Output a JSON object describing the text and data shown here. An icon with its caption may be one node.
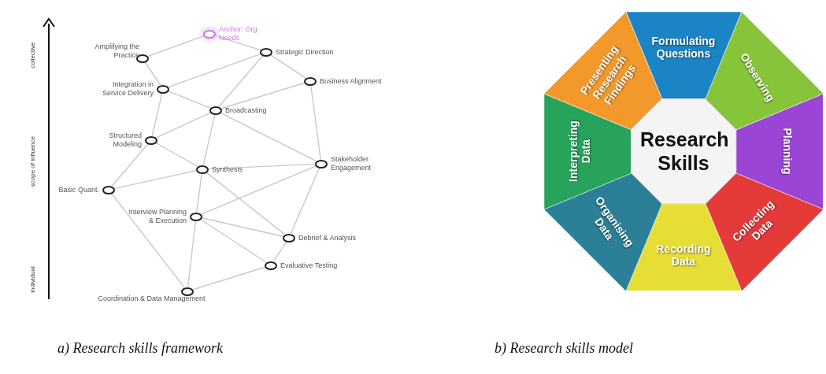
{
  "diagram": {
    "nodes": [
      {
        "text": [],
        "shape": "circle",
        "beside": [
          "Anchor: Org Needs"
        ]
      },
      {
        "text": [],
        "shape": "circle",
        "beside": [
          "Amplifying the Practice"
        ]
      },
      {
        "text": [],
        "shape": "circle",
        "beside": [
          "Strategic Direction"
        ]
      },
      {
        "text": [],
        "shape": "circle",
        "beside": [
          "Integration in Service Delivery"
        ]
      },
      {
        "text": [],
        "shape": "circle",
        "beside": [
          "Business Alignment"
        ]
      },
      {
        "text": [],
        "shape": "circle",
        "beside": [
          "Broadcasting"
        ]
      },
      {
        "text": [],
        "shape": "circle",
        "beside": [
          "Structured Modeling"
        ]
      },
      {
        "text": [],
        "shape": "circle",
        "beside": [
          "Synthesis"
        ]
      },
      {
        "text": [],
        "shape": "circle",
        "beside": [
          "Stakeholder Engagement"
        ]
      },
      {
        "text": [],
        "shape": "circle",
        "beside": [
          "Basic Quant."
        ]
      },
      {
        "text": [],
        "shape": "circle",
        "beside": [
          "Interview Planning & Execution"
        ]
      },
      {
        "text": [],
        "shape": "circle",
        "beside": [
          "Debrief & Analysis"
        ]
      },
      {
        "text": [],
        "shape": "circle",
        "beside": [
          "Evaluative Testing"
        ]
      },
      {
        "text": [],
        "shape": "circle",
        "beside": [
          "Coordination & Data Management"
        ]
      },
      {
        "text": [
          "Formulating Questions"
        ]
      },
      {
        "text": [
          "Observing"
        ]
      },
      {
        "text": [
          "Planning"
        ]
      },
      {
        "text": [
          "Collecting Data"
        ]
      },
      {
        "text": [
          "Recording Data"
        ]
      },
      {
        "text": [
          "Organising Data"
        ]
      },
      {
        "text": [
          "Interpreting Data"
        ]
      },
      {
        "text": [
          "Presenting Research Findings"
        ]
      },
      {
        "text": [
          "Research Skills"
        ]
      }
    ],
    "edges": [
      {
        "from": 0,
        "to": 1,
        "arrow": "none"
      },
      {
        "from": 0,
        "to": 2,
        "arrow": "none"
      },
      {
        "from": 1,
        "to": 3,
        "arrow": "none"
      },
      {
        "from": 2,
        "to": 3,
        "arrow": "none"
      },
      {
        "from": 2,
        "to": 5,
        "arrow": "none"
      },
      {
        "from": 2,
        "to": 4,
        "arrow": "none"
      },
      {
        "from": 3,
        "to": 5,
        "arrow": "none"
      },
      {
        "from": 3,
        "to": 6,
        "arrow": "none"
      },
      {
        "from": 4,
        "to": 5,
        "arrow": "none"
      },
      {
        "from": 4,
        "to": 8,
        "arrow": "none"
      },
      {
        "from": 5,
        "to": 6,
        "arrow": "none"
      },
      {
        "from": 5,
        "to": 7,
        "arrow": "none"
      },
      {
        "from": 5,
        "to": 8,
        "arrow": "none"
      },
      {
        "from": 6,
        "to": 7,
        "arrow": "none"
      },
      {
        "from": 6,
        "to": 9,
        "arrow": "none"
      },
      {
        "from": 7,
        "to": 9,
        "arrow": "none"
      },
      {
        "from": 7,
        "to": 8,
        "arrow": "none"
      },
      {
        "from": 7,
        "to": 10,
        "arrow": "none"
      },
      {
        "from": 7,
        "to": 11,
        "arrow": "none"
      },
      {
        "from": 8,
        "to": 10,
        "arrow": "none"
      },
      {
        "from": 8,
        "to": 11,
        "arrow": "none"
      },
      {
        "from": 10,
        "to": 11,
        "arrow": "none"
      },
      {
        "from": 10,
        "to": 12,
        "arrow": "none"
      },
      {
        "from": 10,
        "to": 13,
        "arrow": "none"
      },
      {
        "from": 11,
        "to": 12,
        "arrow": "none"
      },
      {
        "from": 12,
        "to": 13,
        "arrow": "none"
      },
      {
        "from": 9,
        "to": 13,
        "arrow": "none"
      }
    ],
    "labels": [
      "collective",
      "scope of influence",
      "individual",
      "a) Research skills framework",
      "b) Research skills model"
    ]
  }
}
